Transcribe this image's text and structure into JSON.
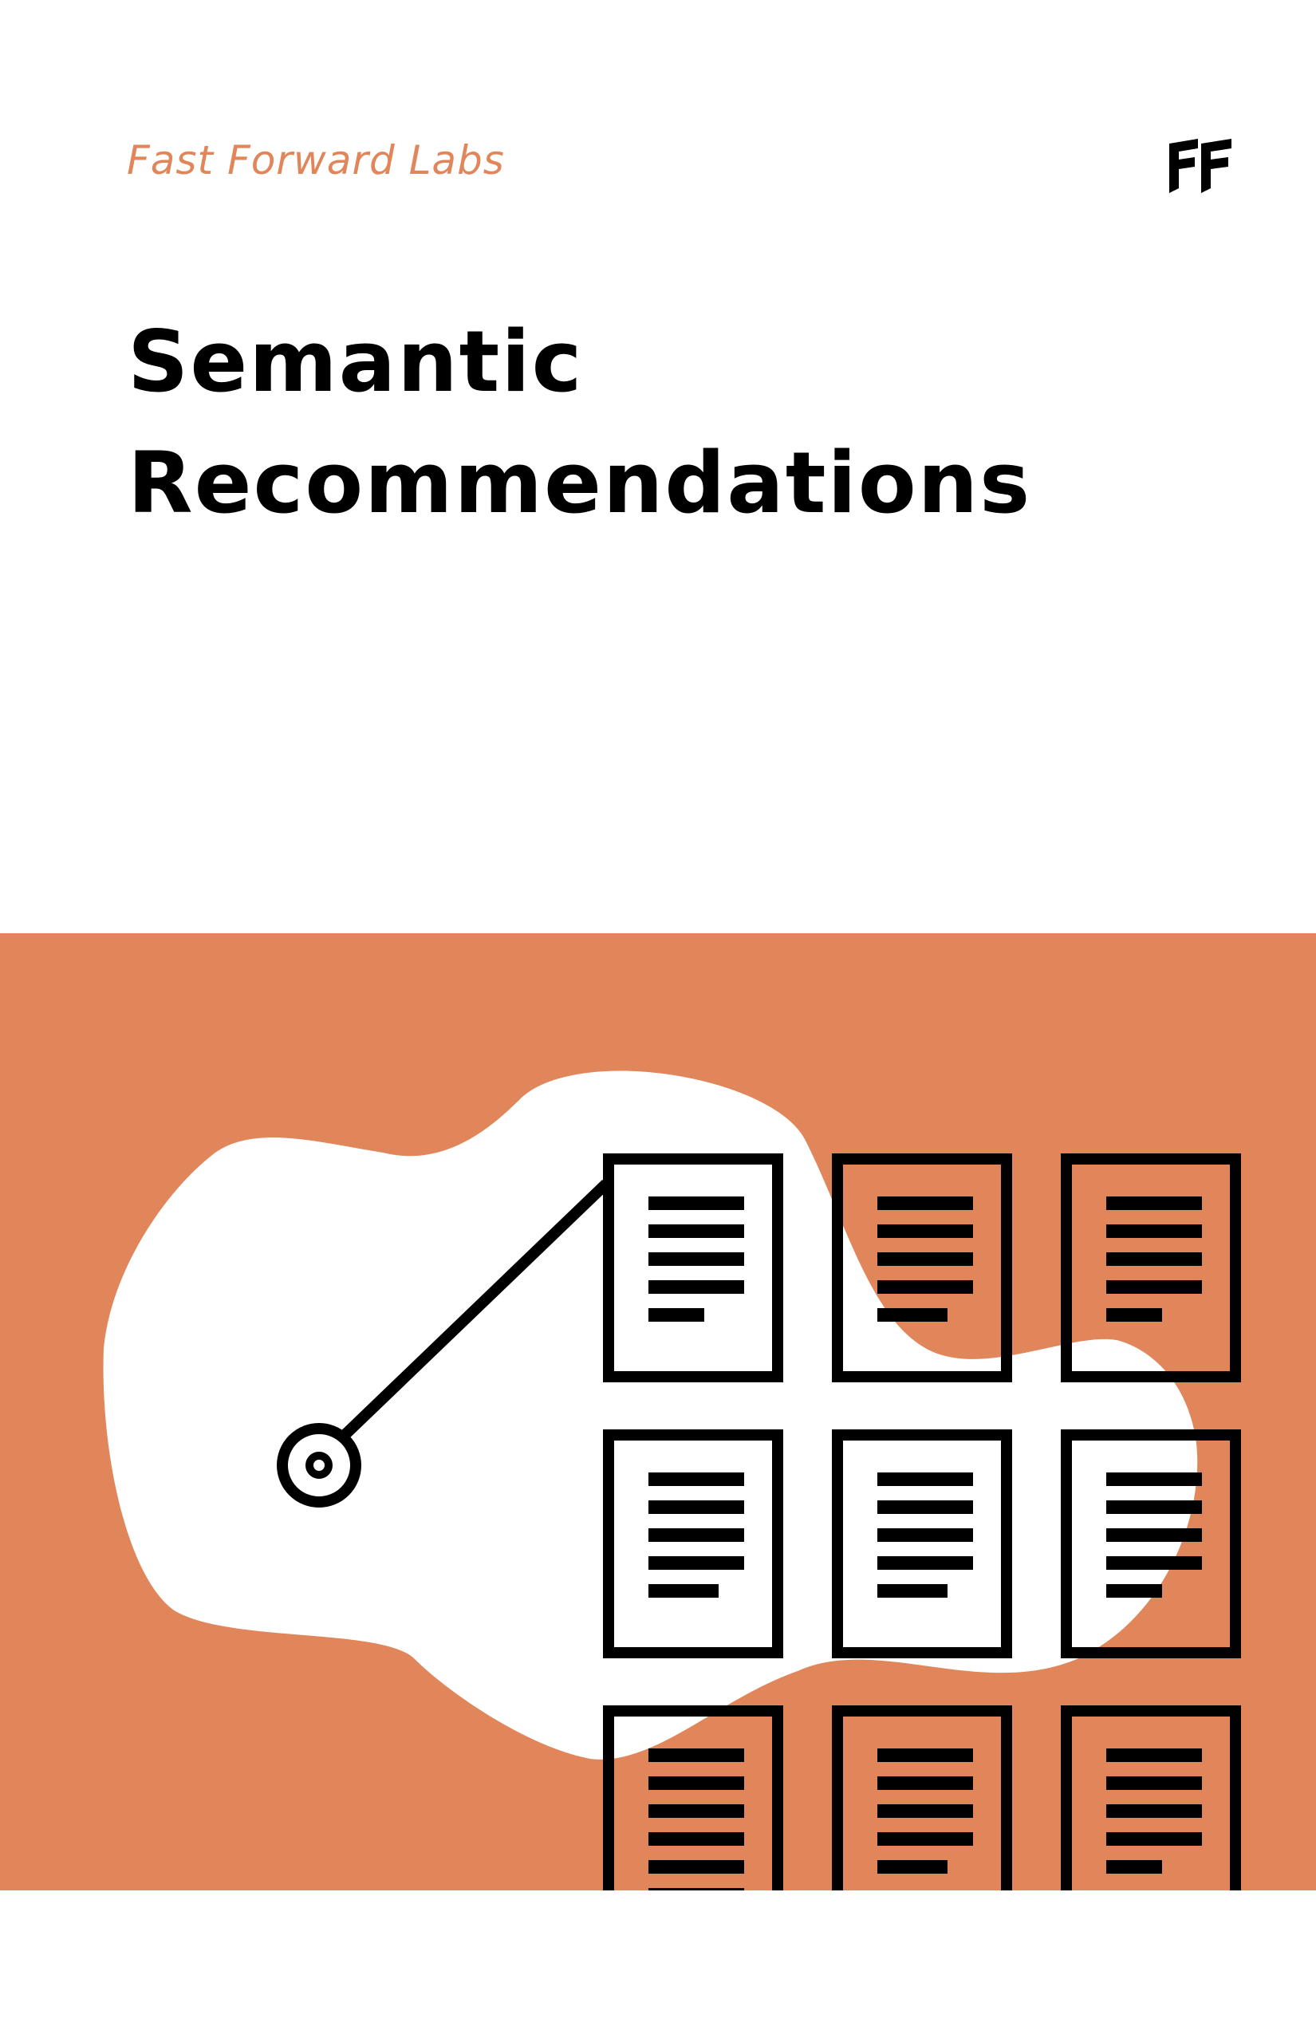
{
  "publisher": "Fast Forward Labs",
  "title_lines": [
    "Semantic",
    "Recommendations"
  ],
  "colors": {
    "accent": "#E1865A",
    "ink": "#000000",
    "paper": "#FFFFFF"
  },
  "icons": {
    "logo": "ff-logo-icon",
    "query": "target-node-icon",
    "documents": "document-icon"
  },
  "illustration": {
    "document_rows": 3,
    "document_cols": 3
  }
}
